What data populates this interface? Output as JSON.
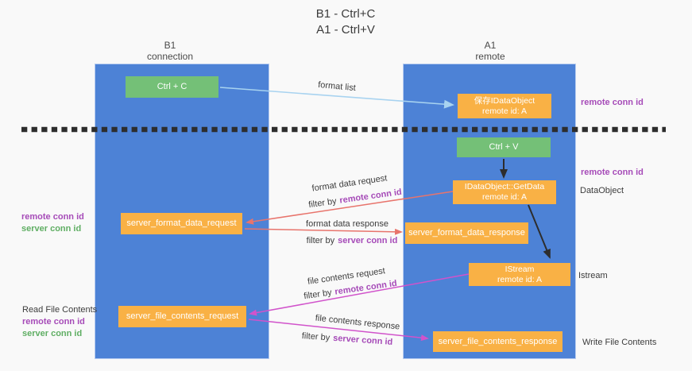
{
  "title": {
    "line1": "B1 - Ctrl+C",
    "line2": "A1 - Ctrl+V"
  },
  "columns": {
    "left": {
      "title": "B1",
      "subtitle": "connection"
    },
    "right": {
      "title": "A1",
      "subtitle": "remote"
    }
  },
  "nodes": {
    "ctrl_c": "Ctrl + C",
    "ctrl_v": "Ctrl + V",
    "save_dataobject_line1": "保存IDataObject",
    "save_dataobject_line2": "remote id: A",
    "getdata_line1": "IDataObject::GetData",
    "getdata_line2": "remote id: A",
    "istream_line1": "IStream",
    "istream_line2": "remote id: A",
    "server_format_data_request": "server_format_data_request",
    "server_format_data_response": "server_format_data_response",
    "server_file_contents_request": "server_file_contents_request",
    "server_file_contents_response": "server_file_contents_response"
  },
  "labels": {
    "format_list": "format list",
    "format_data_request": "format data request",
    "format_data_response": "format data response",
    "file_contents_request": "file contents request",
    "file_contents_response": "file contents response",
    "filter_by": "filter by",
    "remote_conn_id": "remote conn id",
    "server_conn_id": "server conn id",
    "dataobject": "DataObject",
    "istream": "Istream",
    "read_file_contents": "Read File Contents",
    "write_file_contents": "Write File Contents"
  },
  "colors": {
    "bg": "#f9f9f9",
    "lane_blue": "#4d82d6",
    "box_orange": "#f9b145",
    "box_green": "#74c077",
    "arrow_blue": "#a8d3f0",
    "arrow_salmon": "#e8746c",
    "arrow_magenta": "#d153cb",
    "arrow_black": "#2d2d2d",
    "purple_text": "#a64bb8",
    "green_text": "#5fae63",
    "label_dark": "#3c3c3c"
  }
}
